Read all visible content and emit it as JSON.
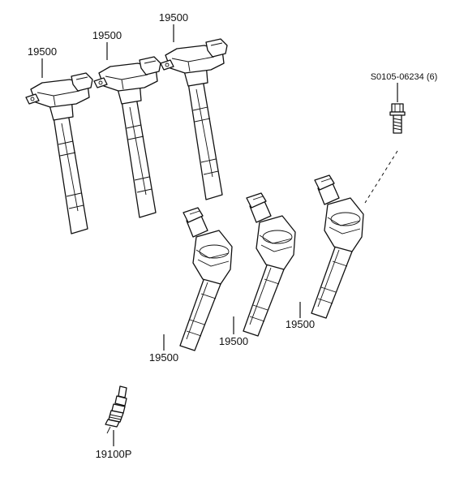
{
  "labels": {
    "coil_top_left": "19500",
    "coil_top_middle": "19500",
    "coil_top_right": "19500",
    "coil_bottom_left": "19500",
    "coil_bottom_middle": "19500",
    "coil_bottom_right": "19500",
    "bolt": "S0105-06234 (6)",
    "spark_plug": "19100P"
  }
}
